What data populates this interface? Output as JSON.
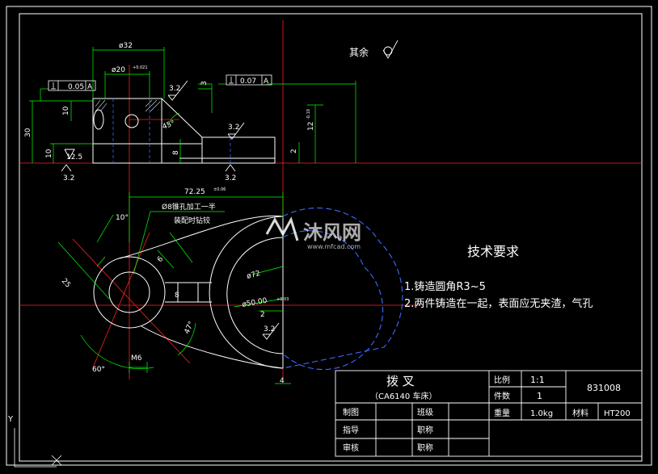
{
  "colors": {
    "background": "#000000",
    "outline": "#ffffff",
    "dimension": "#00ff00",
    "centerline": "#ff2020",
    "hidden": "#3a6bff",
    "hatch": "#e0e0e0",
    "text": "#ffffff",
    "leader_cyan": "#00ffff"
  },
  "surface_finish": {
    "note_other": "其余",
    "ra_values": [
      "3.2",
      "3.2",
      "3.2",
      "3.2",
      "12.5",
      "3.2"
    ]
  },
  "tolerances": {
    "perp_1": "0.05",
    "perp_1_datum": "A",
    "perp_2": "0.07",
    "perp_2_datum": "A"
  },
  "top_view_dims": {
    "d32": "ø32",
    "d20": "ø20",
    "d20_tol": "+0.021",
    "d10": "10",
    "d30": "30",
    "d10b": "10",
    "d8": "8",
    "d3": "3",
    "d2": "2",
    "d12": "12",
    "d12_tol": "-0.10",
    "a45": "45°"
  },
  "front_view_dims": {
    "len": "72.25",
    "len_tol": "±0.06",
    "a10": "10°",
    "r25": "25",
    "r6": "6",
    "d72": "ø72",
    "d50": "ø50.00",
    "d50_tol": "+0.03",
    "a47": "47°",
    "a60": "60°",
    "m6": "M6",
    "d8": "8",
    "d2": "2",
    "d4": "4",
    "ra": "3.2",
    "hole_note_1": "Ø8锥孔加工一半",
    "hole_note_2": "装配时钻铰"
  },
  "tech_req": {
    "title": "技术要求",
    "line1": "1.铸造圆角R3~5",
    "line2": "2.两件铸造在一起，表面应无夹渣，气孔"
  },
  "watermark": {
    "text": "沐风网",
    "url": "www.mfcad.com"
  },
  "title_block": {
    "part_name": "拨    叉",
    "machine": "（CA6140 车床）",
    "scale_label": "比例",
    "scale_value": "1:1",
    "qty_label": "件数",
    "qty_value": "1",
    "drawing_no": "831008",
    "weight_label": "重量",
    "weight_value": "1.0kg",
    "material_label": "材料",
    "material_value": "HT200",
    "drawn_label": "制图",
    "class_label": "班级",
    "guide_label": "指导",
    "title_label_1": "职称",
    "review_label": "审核",
    "title_label_2": "职称"
  },
  "ucs": {
    "y_label": "Y"
  }
}
